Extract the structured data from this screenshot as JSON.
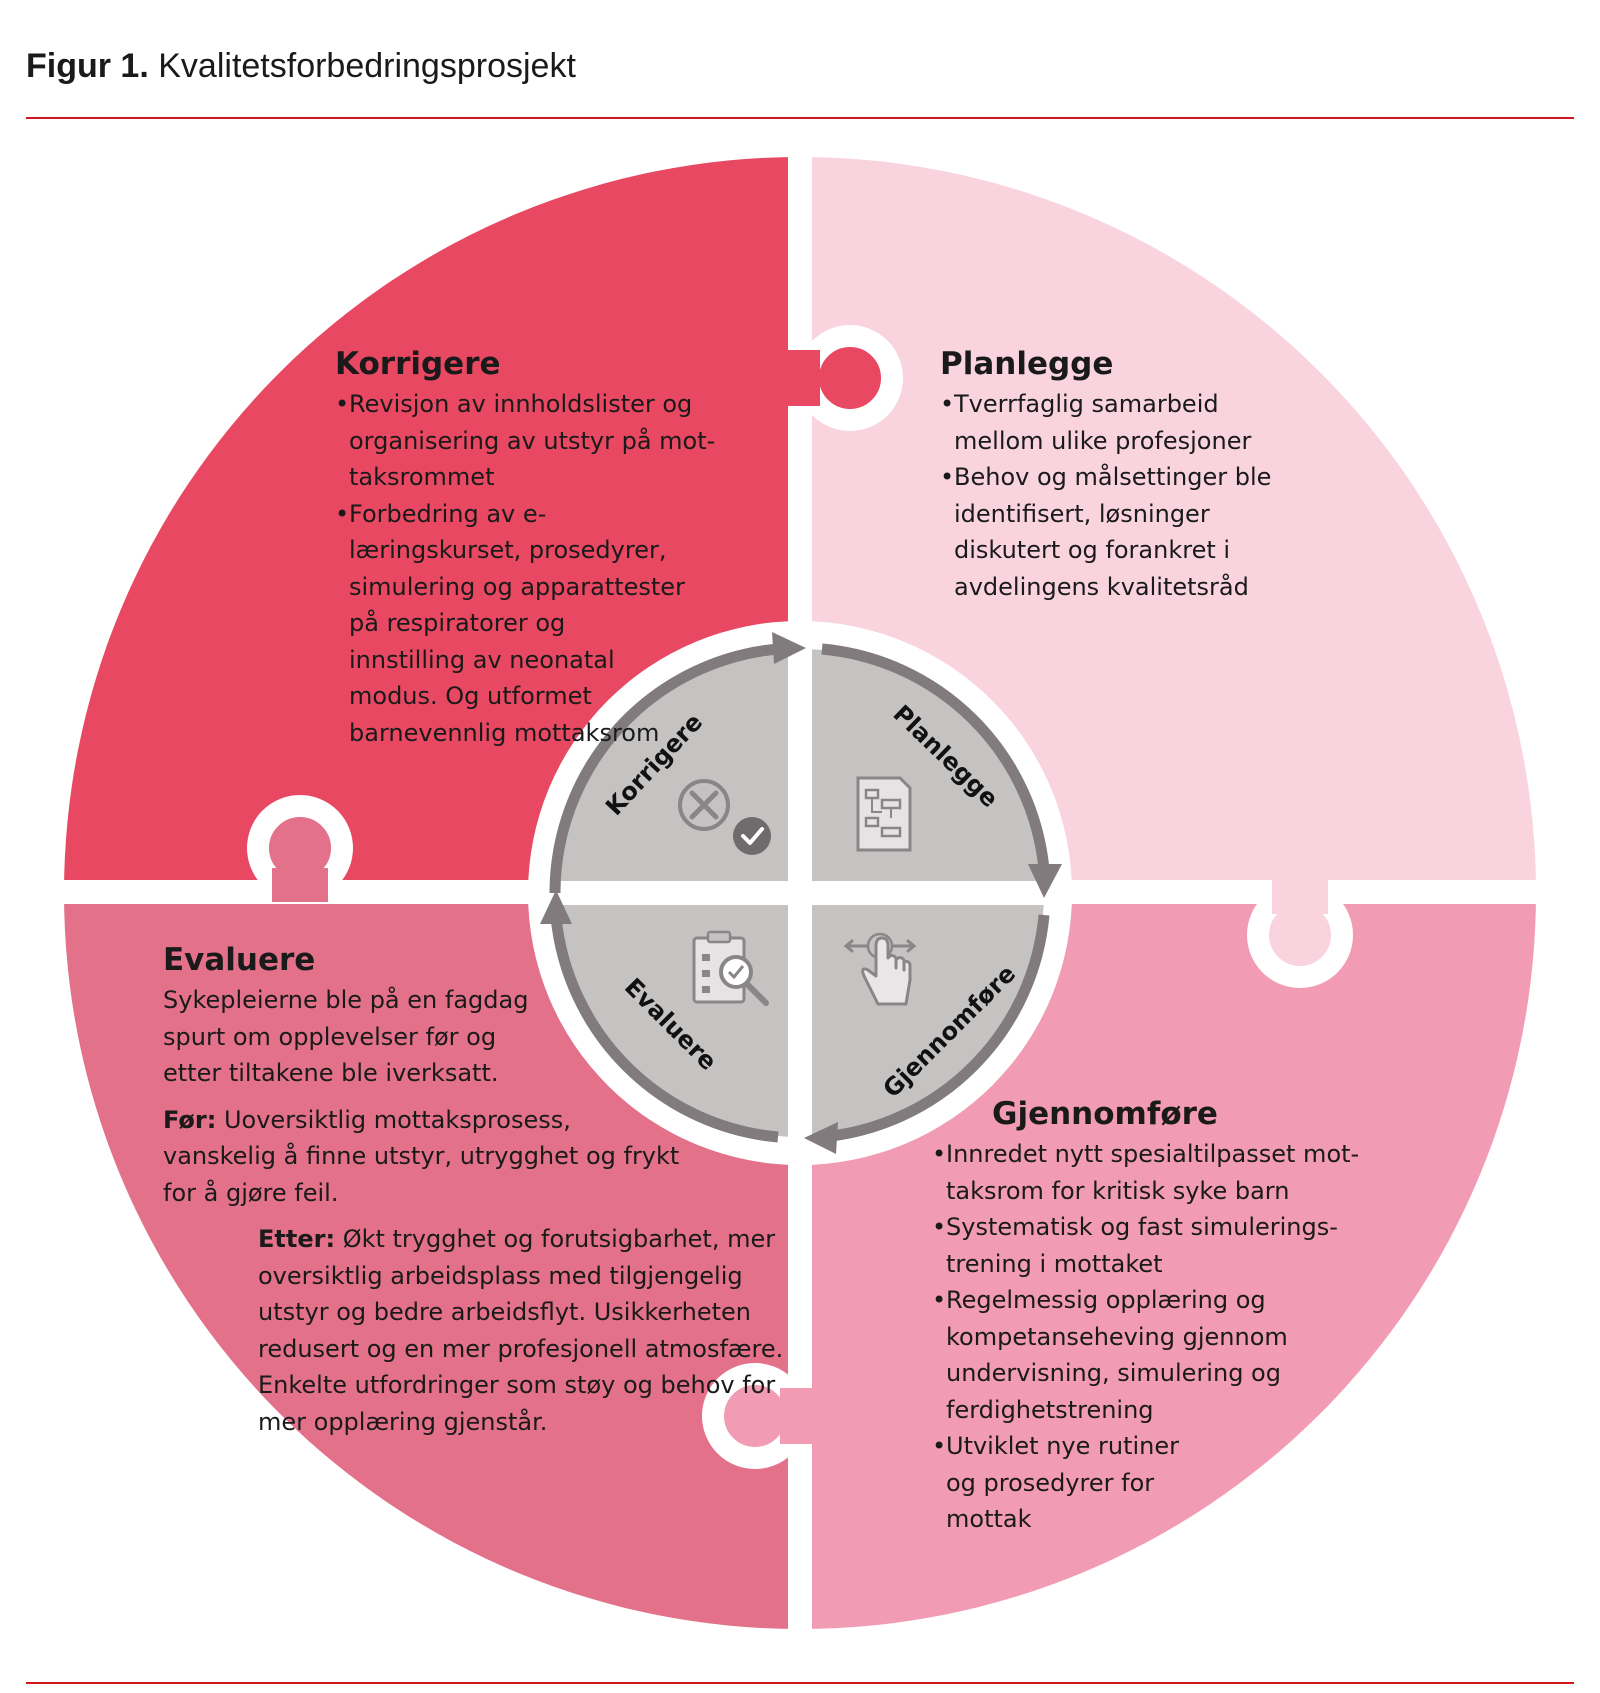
{
  "figure": {
    "label": "Figur 1.",
    "title": "Kvalitetsforbedringsprosjekt"
  },
  "colors": {
    "rule": "#d0161f",
    "korrigere": "#e84862",
    "planlegge": "#f9d4df",
    "gjennomfore": "#f29bb4",
    "evaluere": "#e3718a",
    "inner_disc": "#c5c2c2",
    "inner_ring": "#817b7d"
  },
  "quadrants": {
    "korrigere": {
      "title": "Korrigere",
      "bullets": [
        "Revisjon av innholdslister og organisering av utstyr på mot-taksrommet",
        "Forbedring av e-læringskurset, prosedyrer, simulering og apparattester på respiratorer og innstilling av neonatal modus. Og utformet barnevennlig mottaksrom"
      ]
    },
    "planlegge": {
      "title": "Planlegge",
      "bullets": [
        "Tverrfaglig samarbeid mellom ulike profesjoner",
        "Behov og målsettinger ble identifisert, løsninger diskutert og forankret i avdelingens kvalitetsråd"
      ]
    },
    "gjennomfore": {
      "title": "Gjennomføre",
      "bullets": [
        "Innredet nytt spesialtilpasset mot-taksrom for kritisk syke barn",
        "Systematisk og fast simulerings-trening i mottaket",
        "Regelmessig opplæring og kompetanseheving gjennom undervisning, simulering og ferdighetstrening",
        "Utviklet nye rutiner og prosedyrer for mottak"
      ]
    },
    "evaluere": {
      "title": "Evaluere",
      "intro": "Sykepleierne ble på en fagdag spurt om opplevelser før og etter tiltakene ble iverksatt.",
      "before_label": "Før:",
      "before_text": " Uoversiktlig mottaksprosess, vanskelig å finne utstyr, utrygghet og frykt for å gjøre feil.",
      "after_label": "Etter:",
      "after_text": " Økt trygghet og forutsigbarhet, mer oversiktlig arbeidsplass med tilgjengelig utstyr og bedre arbeidsflyt. Usikkerheten redusert og en mer profesjonell atmosfære. Enkelte utfordringer som støy og behov for mer opplæring gjenstår."
    }
  },
  "cycle": {
    "korrigere": "Korrigere",
    "planlegge": "Planlegge",
    "gjennomfore": "Gjennomføre",
    "evaluere": "Evaluere"
  },
  "icons": {
    "korrigere": "x-and-check-icon",
    "planlegge": "flowchart-document-icon",
    "gjennomfore": "swipe-hand-icon",
    "evaluere": "clipboard-magnifier-icon"
  }
}
